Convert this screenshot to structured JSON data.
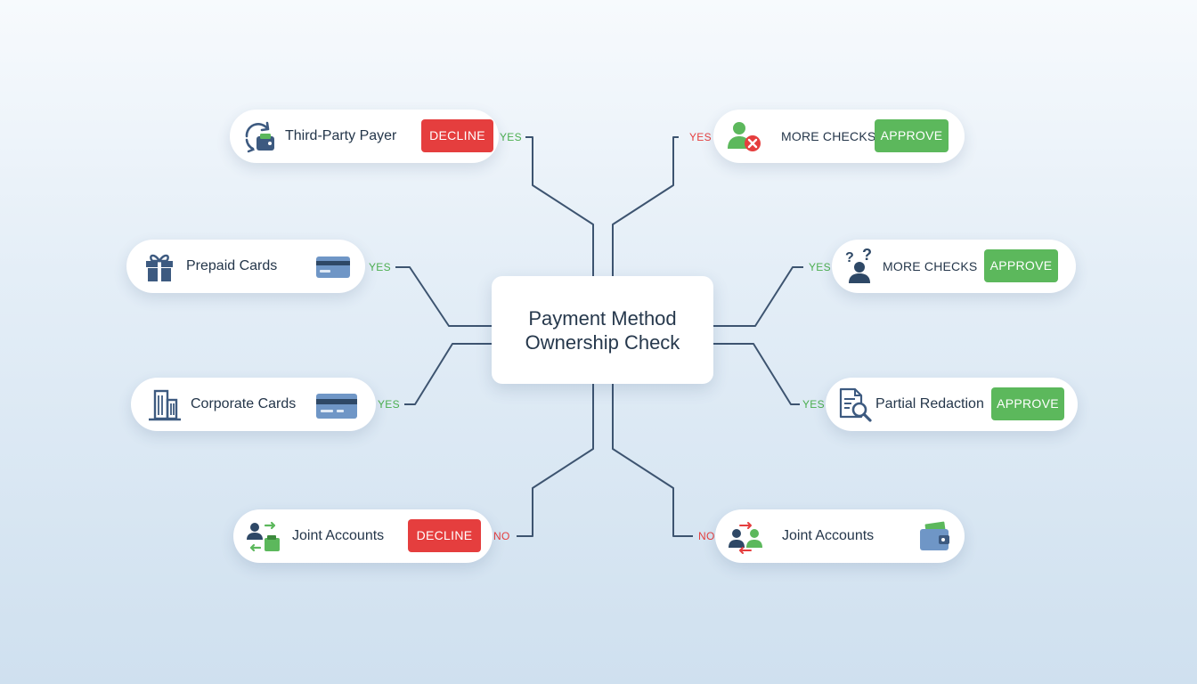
{
  "center": {
    "line1": "Payment Method",
    "line2": "Ownership Check"
  },
  "colors": {
    "decline": "#e53e3e",
    "approve": "#5cb85c",
    "yes": "#4caf50",
    "no": "#e53e3e",
    "connector": "#3d5470",
    "icon_blue": "#3d5a80",
    "icon_green": "#5cb85c"
  },
  "nodes": {
    "third_party": {
      "label": "Third-Party Payer",
      "button": "DECLINE",
      "branch": "YES",
      "icons": [
        "refresh-wallet-icon"
      ]
    },
    "prepaid": {
      "label": "Prepaid Cards",
      "branch": "YES",
      "icons": [
        "gift-icon",
        "credit-card-icon"
      ]
    },
    "corporate": {
      "label": "Corporate Cards",
      "branch": "YES",
      "icons": [
        "building-icon",
        "credit-card-icon"
      ]
    },
    "joint_left": {
      "label": "Joint Accounts",
      "button": "DECLINE",
      "branch": "NO",
      "icons": [
        "users-transfer-icon"
      ]
    },
    "checks_top": {
      "label": "MORE CHECKS",
      "button": "APPROVE",
      "branch": "YES",
      "icons": [
        "user-reject-icon"
      ]
    },
    "checks_mid": {
      "label": "MORE CHECKS",
      "button": "APPROVE",
      "branch": "YES",
      "icons": [
        "user-question-icon"
      ]
    },
    "redaction": {
      "label": "Partial Redaction",
      "button": "APPROVE",
      "branch": "YES",
      "icons": [
        "document-search-icon"
      ]
    },
    "joint_right": {
      "label": "Joint Accounts",
      "branch": "NO",
      "icons": [
        "users-exchange-icon",
        "wallet-icon"
      ]
    }
  }
}
